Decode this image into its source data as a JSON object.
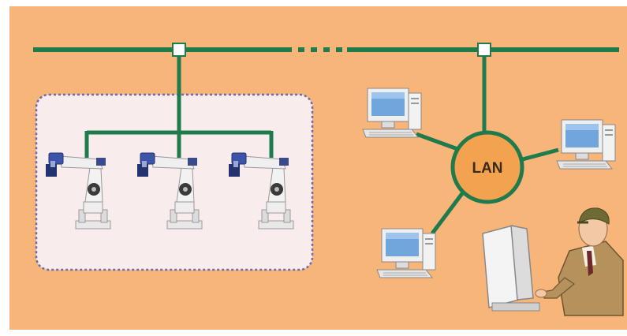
{
  "diagram": {
    "title": "",
    "colors": {
      "background": "#f7b57a",
      "bus_line": "#1f7a4c",
      "robot_cell": "#f8ecec",
      "cell_border": "#6b6bb0",
      "lan_node": "#f3a24f",
      "node_box": "#ffffff"
    },
    "hub": {
      "label": "LAN"
    },
    "robots": [
      {
        "name": "robot-1"
      },
      {
        "name": "robot-2"
      },
      {
        "name": "robot-3"
      }
    ],
    "computers": [
      {
        "name": "pc-top-left"
      },
      {
        "name": "pc-right"
      },
      {
        "name": "pc-bottom"
      }
    ],
    "operator": {
      "name": "operator-at-workstation"
    }
  }
}
